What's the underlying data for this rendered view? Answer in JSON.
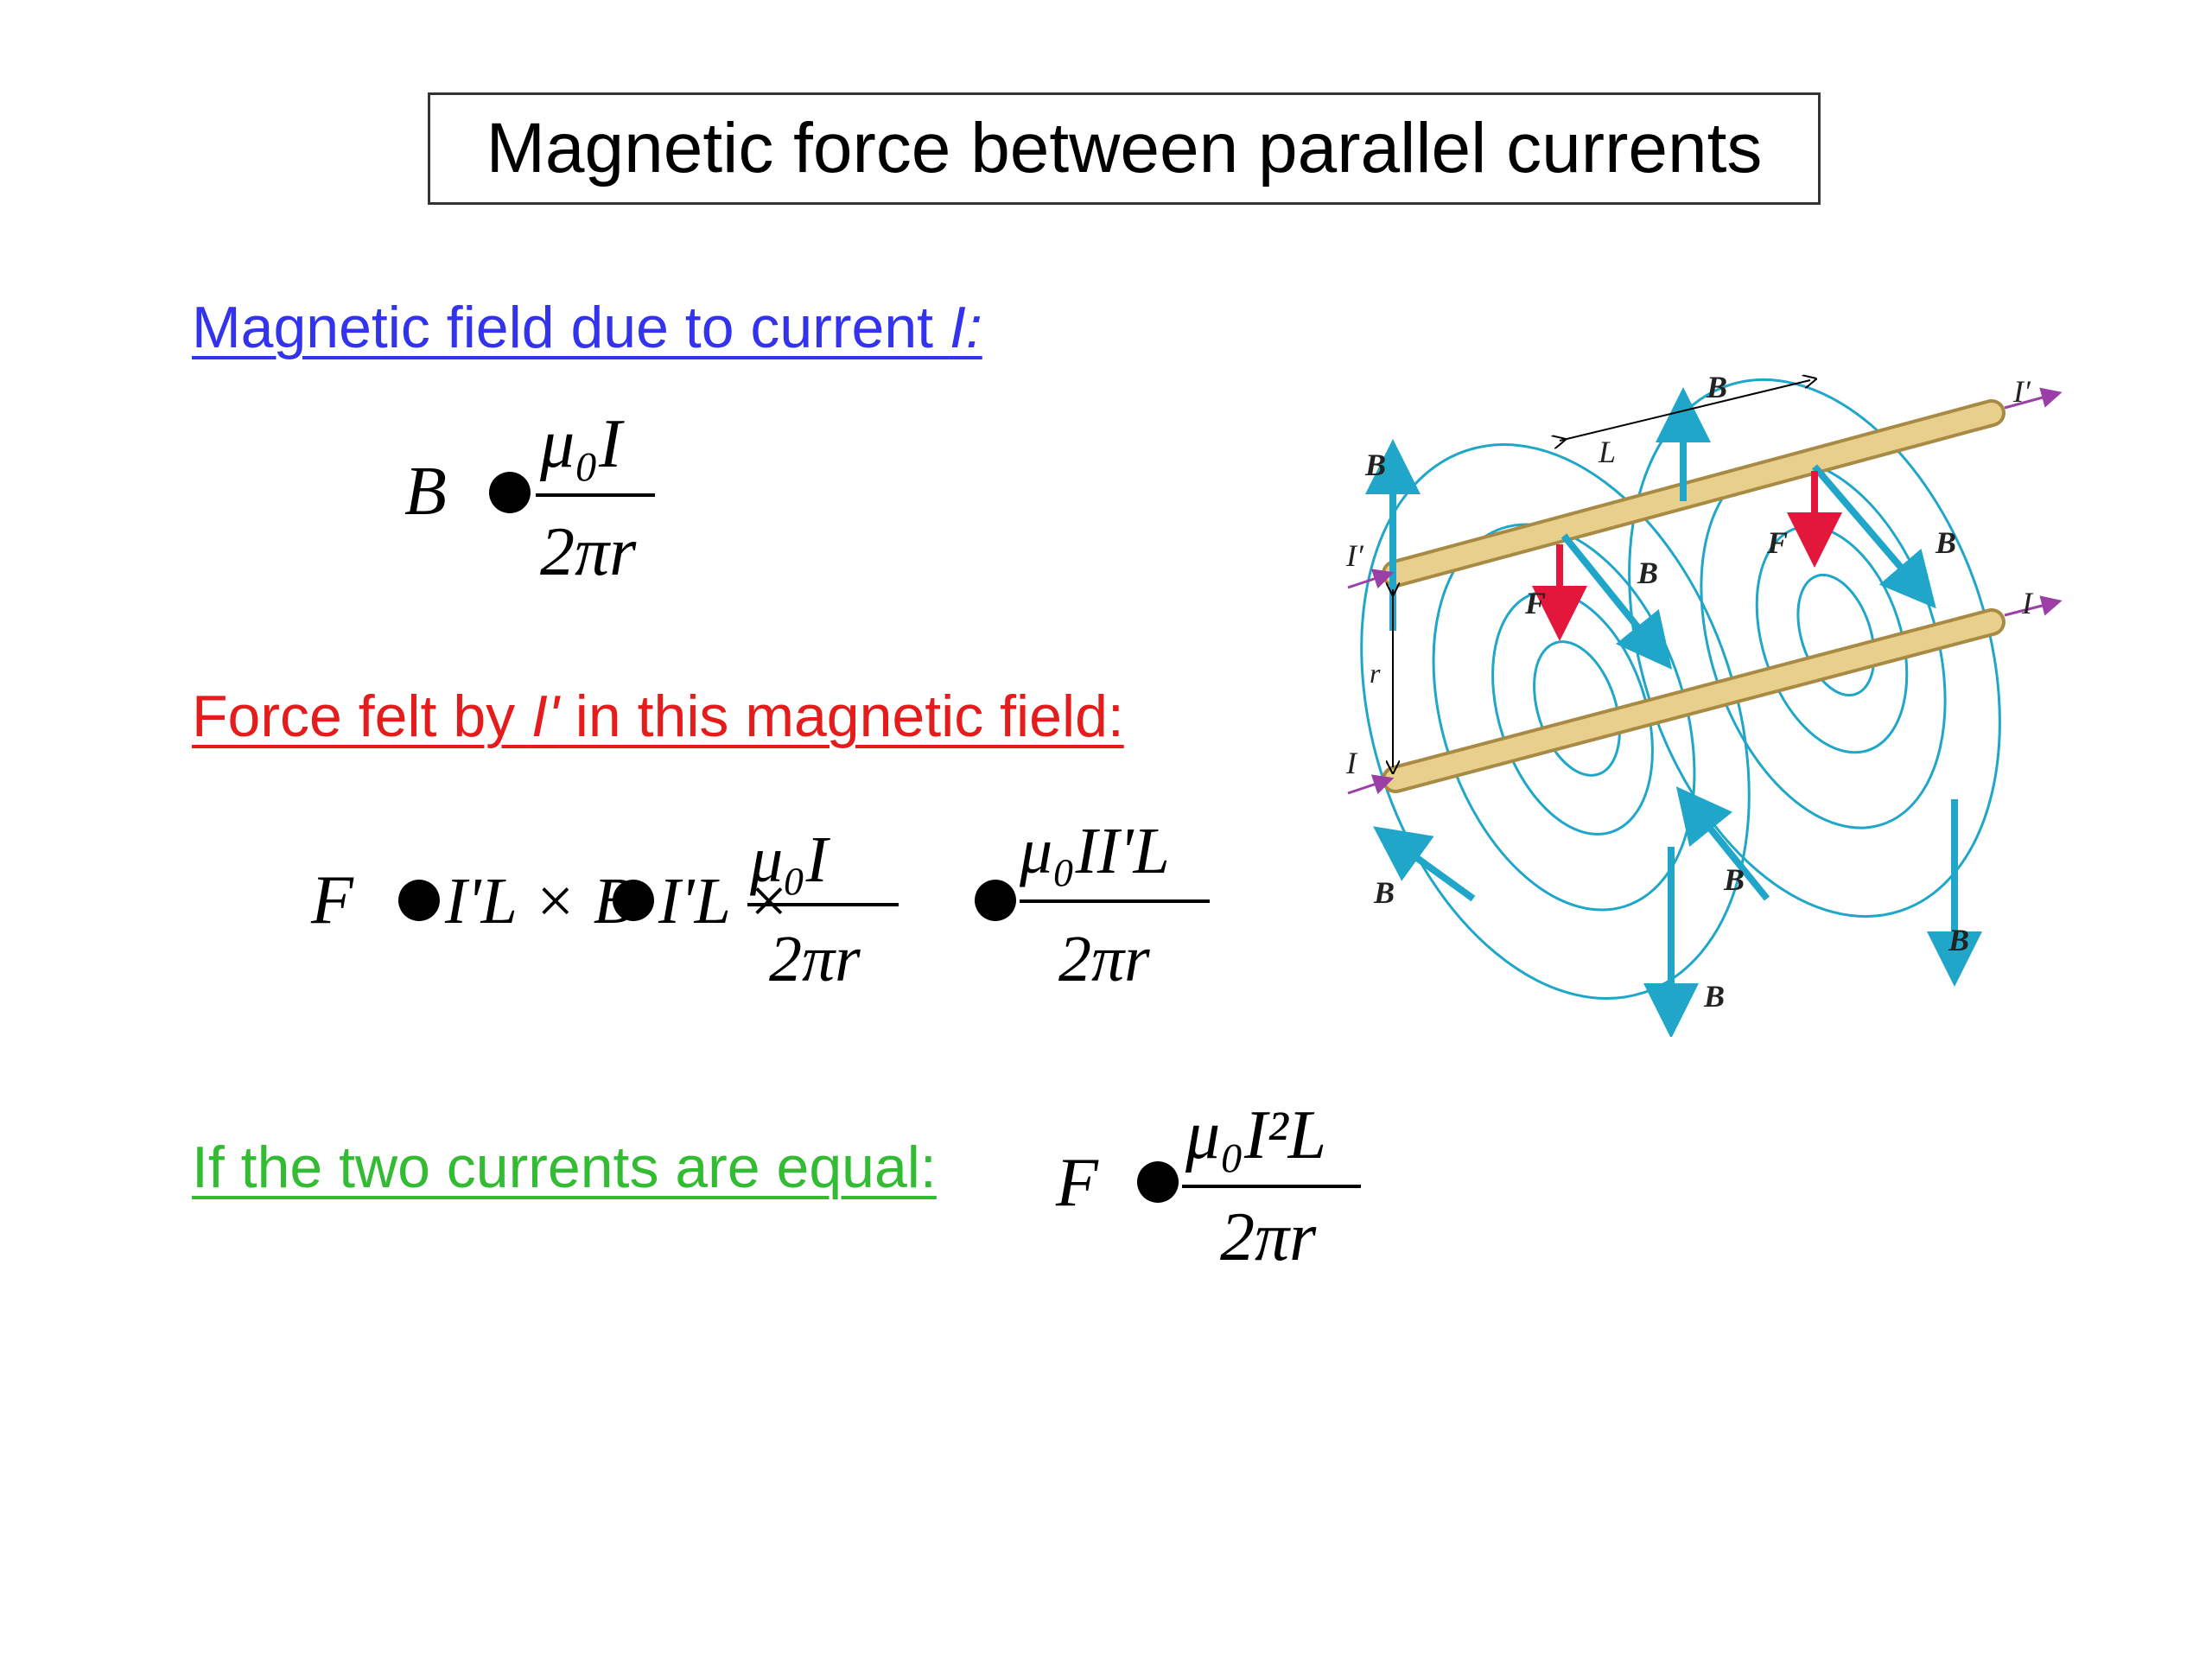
{
  "title": "Magnetic force between parallel currents",
  "headings": {
    "field": {
      "text": "Magnetic field due to current ",
      "var": "I:",
      "color": "#3333ee"
    },
    "force": {
      "pre": "Force felt by ",
      "var": "I'",
      "post": " in this magnetic field:",
      "color": "#e51c1c"
    },
    "equal": {
      "text": "If the two currents are equal:",
      "color": "#33bb33"
    }
  },
  "equations": {
    "eq1": {
      "lhs": "B",
      "num": "μ₀I",
      "den": "2πr"
    },
    "eq2": {
      "lhs": "F",
      "t1": "I'L × B",
      "t2": "I'L ×",
      "frac1_num": "μ₀I",
      "frac1_den": "2πr",
      "frac2_num": "μ₀II'L",
      "frac2_den": "2πr"
    },
    "eq3": {
      "lhs": "F",
      "num": "μ₀I²L",
      "den": "2πr"
    }
  },
  "figure": {
    "labels": {
      "B": "B",
      "F": "F",
      "I": "I",
      "Iprime": "I′",
      "L": "L",
      "r": "r"
    },
    "colors": {
      "conductor": "#e8cf8c",
      "conductor_edge": "#a88a45",
      "field": "#1fa6c9",
      "force": "#e3173c",
      "current_arrow": "#9b3fa7"
    }
  }
}
